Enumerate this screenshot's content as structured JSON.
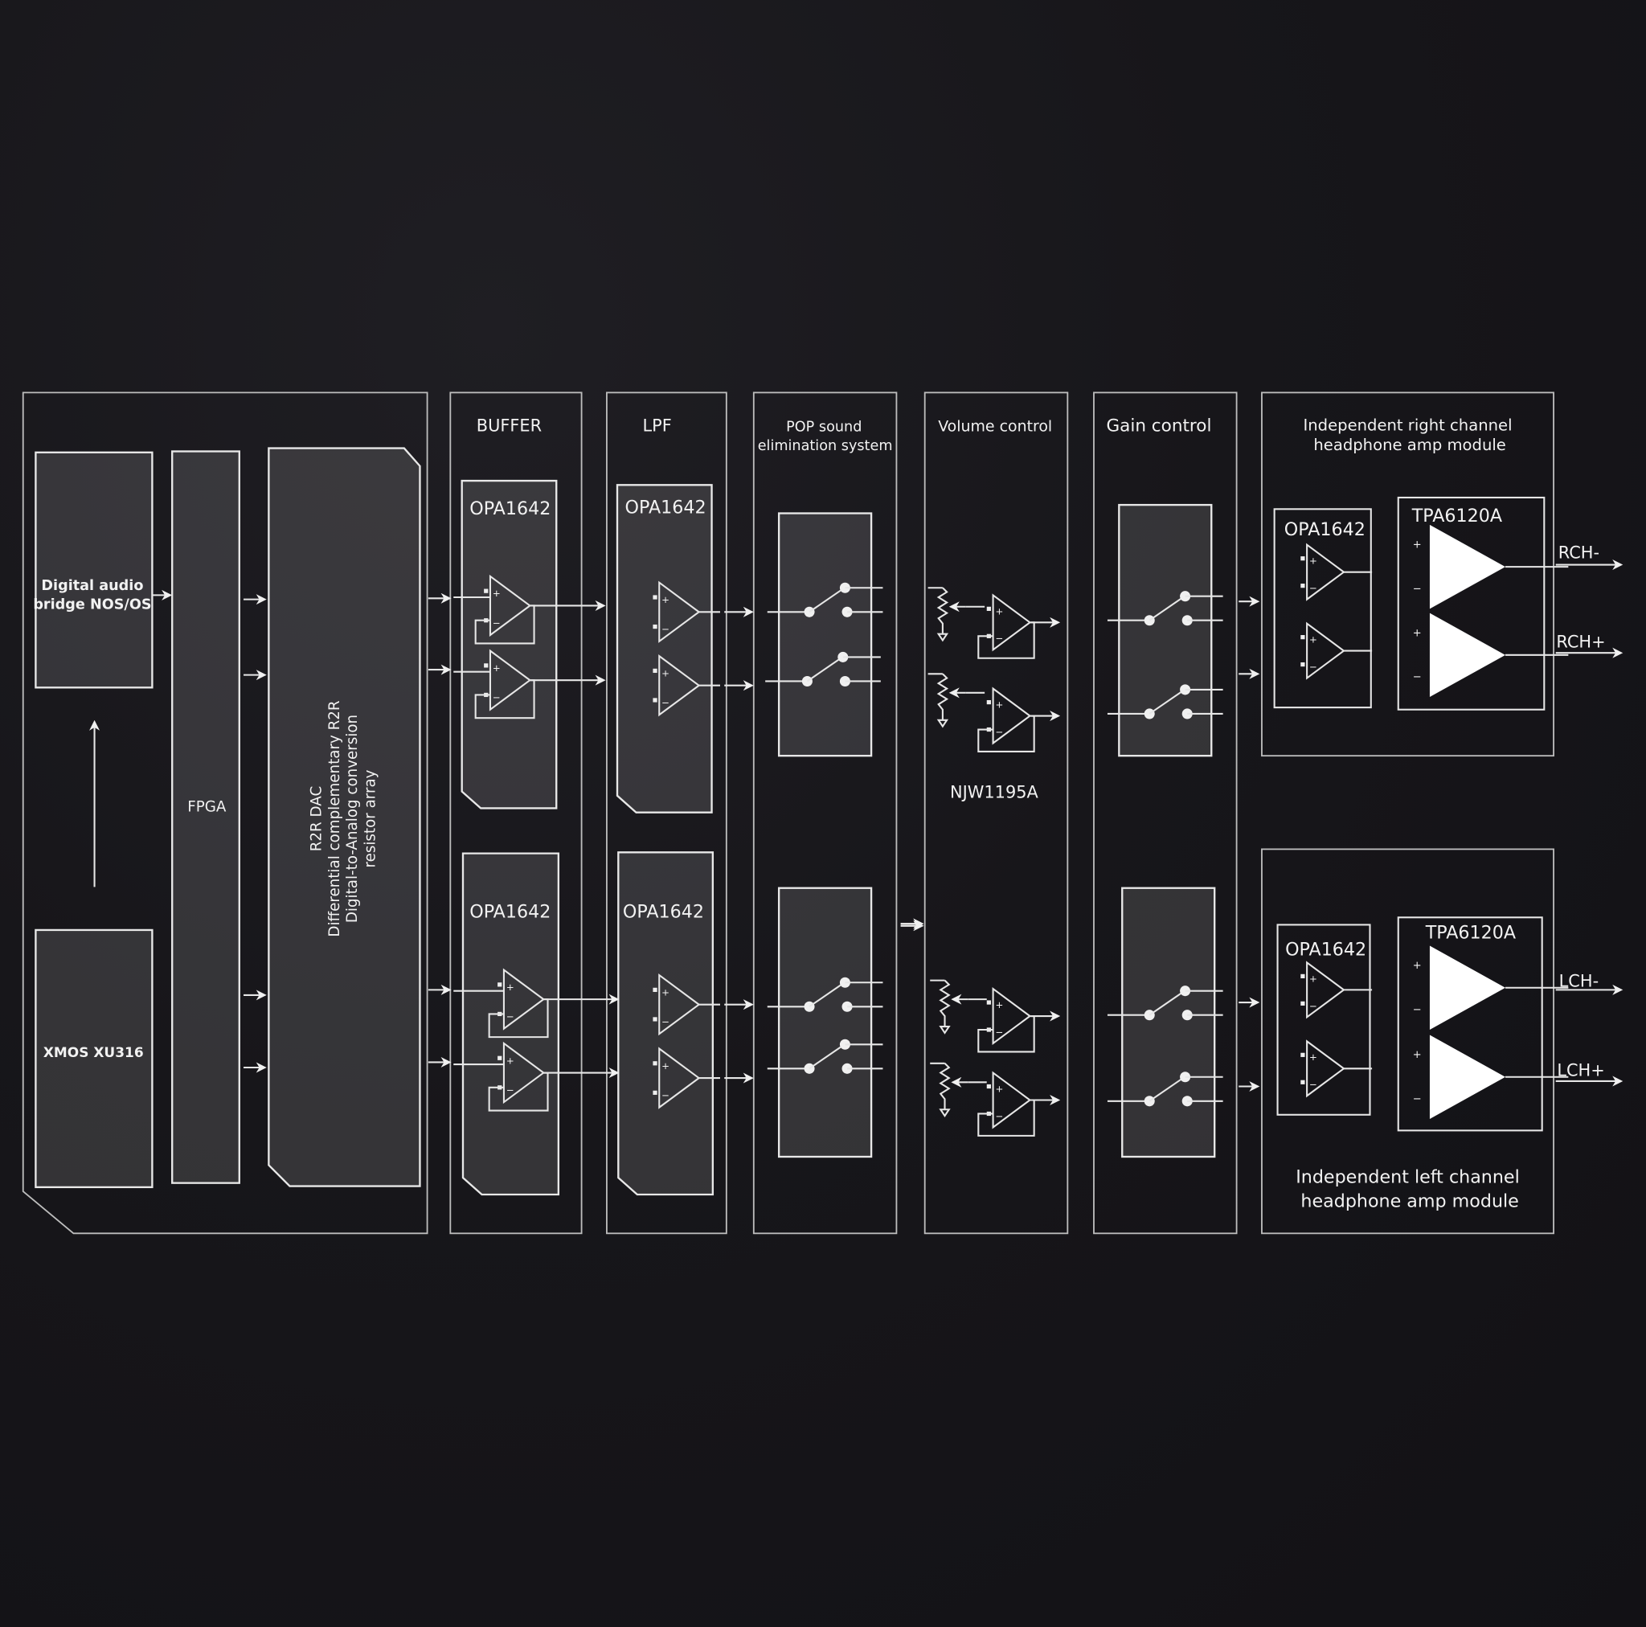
{
  "digital_section": {
    "bridge_label_1": "Digital audio",
    "bridge_label_2": "bridge NOS/OS",
    "xmos_label": "XMOS XU316",
    "fpga_label": "FPGA",
    "dac_lines": [
      "R2R DAC",
      "Differential complementary R2R",
      "Digital-to-Analog conversion",
      "resistor array"
    ]
  },
  "buffer": {
    "title": "BUFFER",
    "chip_top": "OPA1642",
    "chip_bottom": "OPA1642"
  },
  "lpf": {
    "title": "LPF",
    "chip_top": "OPA1642",
    "chip_bottom": "OPA1642"
  },
  "pop": {
    "title_1": "POP sound",
    "title_2": "elimination system"
  },
  "volume": {
    "title": "Volume control",
    "chip": "NJW1195A"
  },
  "gain": {
    "title": "Gain control"
  },
  "right_module": {
    "title_1": "Independent right channel",
    "title_2": "headphone amp module",
    "opamp": "OPA1642",
    "amp": "TPA6120A",
    "out_minus": "RCH-",
    "out_plus": "RCH+"
  },
  "left_module": {
    "title_1": "Independent left channel",
    "title_2": "headphone amp module",
    "opamp": "OPA1642",
    "amp": "TPA6120A",
    "out_minus": "LCH-",
    "out_plus": "LCH+"
  }
}
